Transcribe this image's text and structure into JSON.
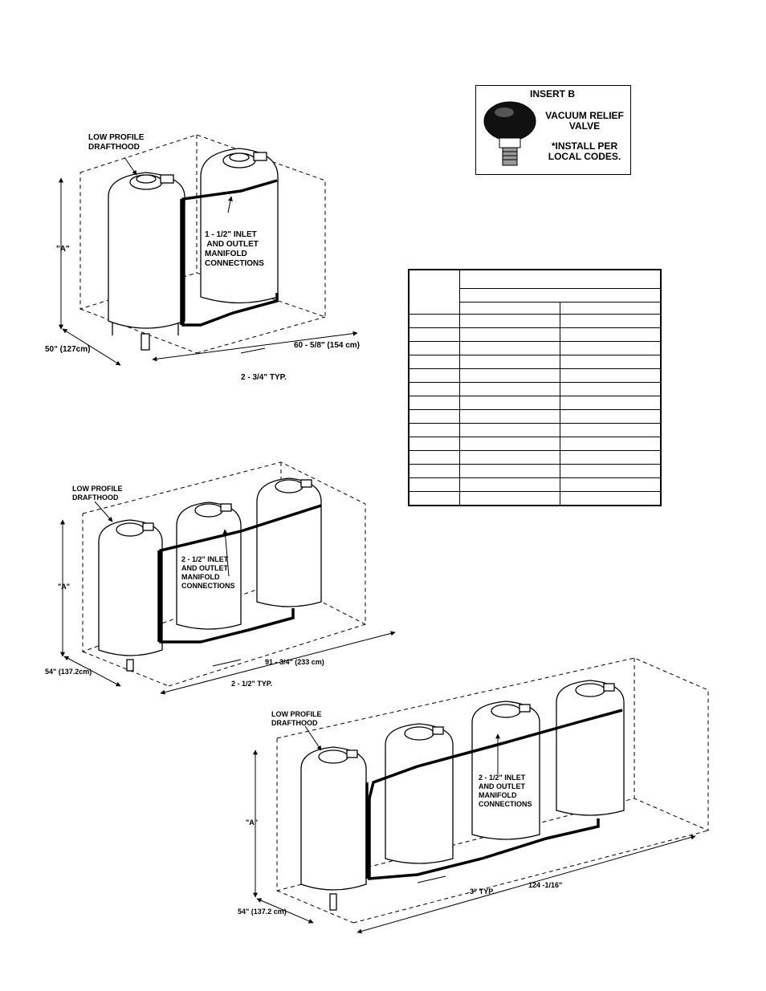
{
  "figure1": {
    "drafthood_label": "LOW PROFILE\nDRAFTHOOD",
    "height_label": "\"A\"",
    "manifold_label": "1 - 1/2\" INLET\n AND OUTLET\nMANIFOLD\nCONNECTIONS",
    "depth_label": "50\" (127cm)",
    "width_label": "60 - 5/8\" (154 cm)",
    "spacing_label": "2 - 3/4\" TYP."
  },
  "figure2": {
    "drafthood_label": "LOW PROFILE\nDRAFTHOOD",
    "height_label": "\"A\"",
    "manifold_label": "2 - 1/2\" INLET\nAND OUTLET\nMANIFOLD\nCONNECTIONS",
    "depth_label": "54\" (137.2cm)",
    "width_label": "91 - 3/4\" (233 cm)",
    "spacing_label": "2 - 1/2\" TYP."
  },
  "figure3": {
    "drafthood_label": "LOW PROFILE\nDRAFTHOOD",
    "height_label": "\"A\"",
    "manifold_label": "2 - 1/2\" INLET\nAND OUTLET\nMANIFOLD\nCONNECTIONS",
    "depth_label": "54\" (137.2 cm)",
    "width_label": "124 -1/16\"",
    "spacing_label": "3\" TYP."
  },
  "insert": {
    "title": "INSERT B",
    "valve_label": "VACUUM RELIEF\nVALVE",
    "note": "*INSTALL PER\nLOCAL CODES."
  },
  "table": {
    "rows": 14
  }
}
